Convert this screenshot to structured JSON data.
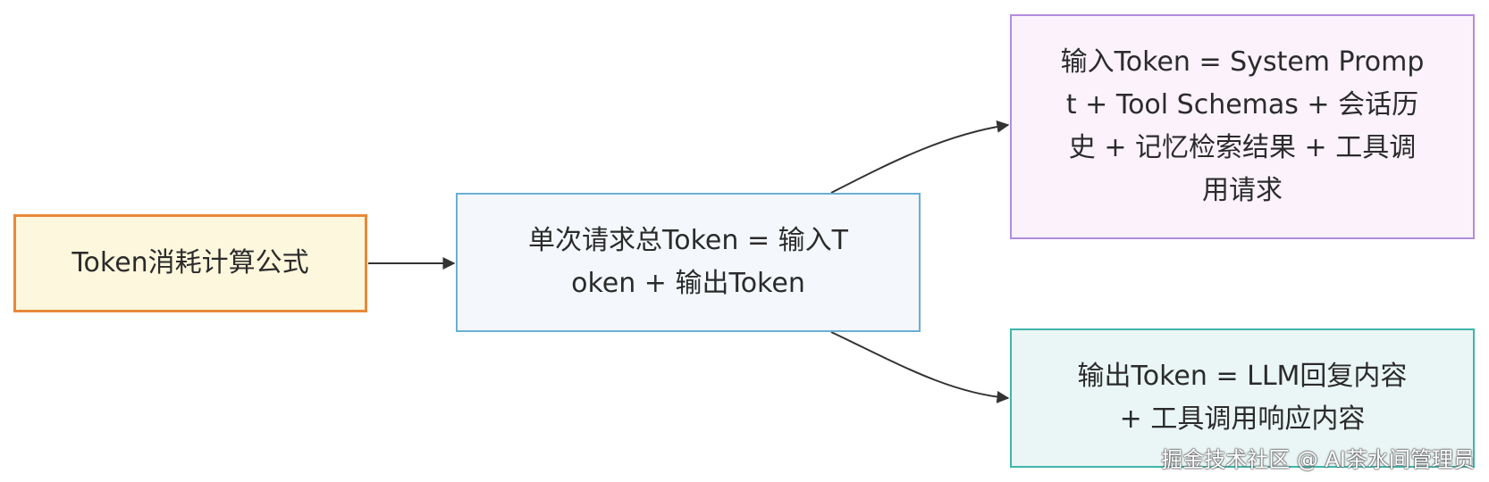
{
  "diagram": {
    "nodes": {
      "root": {
        "label": "Token消耗计算公式",
        "fill": "#fdf7dd",
        "stroke": "#e8893a"
      },
      "total": {
        "label": "单次请求总Token = 输入Token + 输出Token",
        "fill": "#f4f8fc",
        "stroke": "#6aaed6"
      },
      "input": {
        "label": "输入Token = System Prompt + Tool Schemas + 会话历史 + 记忆检索结果 + 工具调用请求",
        "fill": "#fbf2fb",
        "stroke": "#b38be0"
      },
      "output": {
        "label": "输出Token = LLM回复内容 + 工具调用响应内容",
        "fill": "#eaf6f5",
        "stroke": "#3fb5aa"
      }
    },
    "edges": [
      {
        "from": "root",
        "to": "total"
      },
      {
        "from": "total",
        "to": "input"
      },
      {
        "from": "total",
        "to": "output"
      }
    ],
    "edge_color": "#333333"
  },
  "watermark": "掘金技术社区 @ AI茶水间管理员"
}
